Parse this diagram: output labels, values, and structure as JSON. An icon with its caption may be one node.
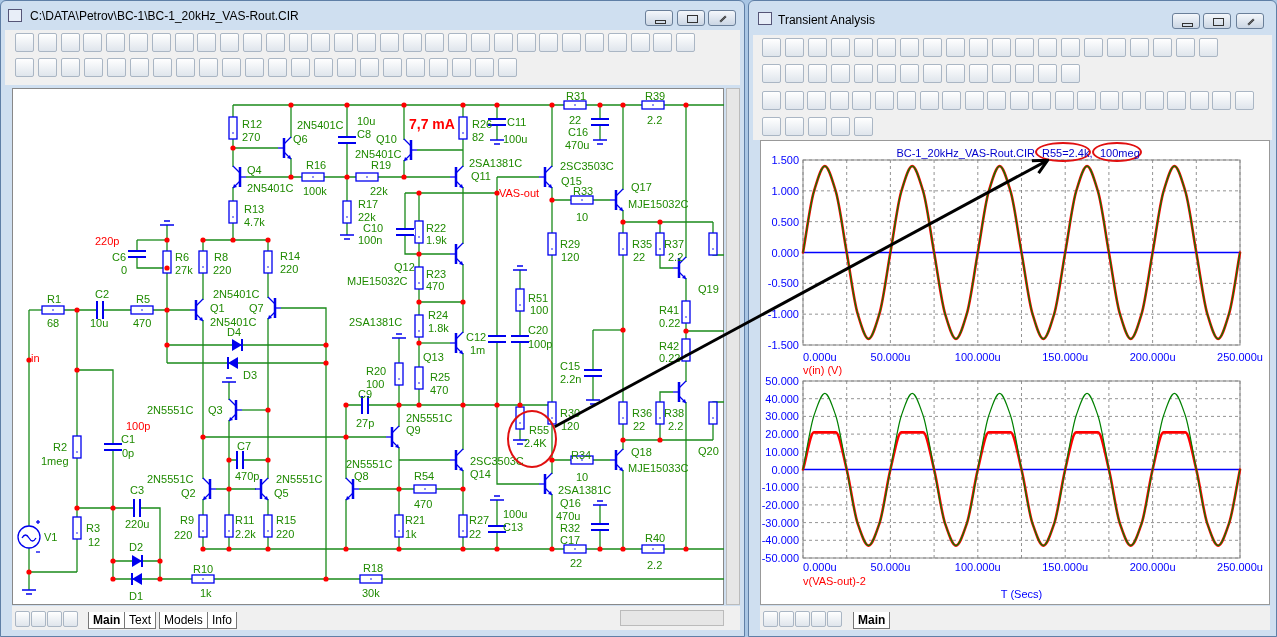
{
  "diagram": {
    "nodes": [
      {
        "text": [
          "R55",
          "2.4K"
        ]
      },
      {
        "text": [
          "R55=2.4k,"
        ]
      },
      {
        "text": [
          "100meg"
        ]
      }
    ],
    "edges": [
      {
        "from": 0,
        "to": 1,
        "arrow": "to"
      }
    ],
    "labels": [
      "C:\\DATA\\Petrov\\BC-1\\BC-1_20kHz_VAS-Rout.CIR",
      "R31",
      "R39",
      "22",
      "2.2",
      "10u",
      "C11",
      "R12",
      "R26",
      "2N5401C",
      "7,7 mA",
      "C16",
      "C8",
      "270",
      "82",
      "Q6",
      "Q10",
      "100u",
      "470u",
      "2N5401C",
      "2SA1381C",
      "R16",
      "R19",
      "2SC3503C",
      "Q4",
      "Q11",
      "Q15",
      "Q17",
      "2N5401C",
      "100k",
      "22k",
      "R33",
      "VAS-out",
      "MJE15032C",
      "R17",
      "R13",
      "22k",
      "10",
      "4.7k",
      "R22",
      "C10",
      "1.9k",
      "100n",
      "220p",
      "R29",
      "R35",
      "R37",
      "R14",
      "C6",
      "R6",
      "R8",
      "120",
      "22",
      "2.2",
      "Q12",
      "220",
      "0",
      "27k",
      "220",
      "R23",
      "MJE15032C",
      "470",
      "Q19",
      "2N5401C",
      "C2",
      "R51",
      "R1",
      "R5",
      "Q1",
      "Q7",
      "R41",
      "100",
      "R24",
      "10u",
      "2SA1381C",
      "68",
      "470",
      "0.22",
      "2N5401C",
      "1.8k",
      "C20",
      "D4",
      "C12",
      "100p",
      "R42",
      "1m",
      "Q13",
      "0.22",
      "in",
      "C15",
      "R20",
      "D3",
      "R25",
      "2.2n",
      "100",
      "470",
      "C9",
      "2N5551C",
      "Q3",
      "R30",
      "R36",
      "R38",
      "2N5551C",
      "27p",
      "120",
      "22",
      "2.2",
      "100p",
      "Q9",
      "C1",
      "R2",
      "C7",
      "Q20",
      "Q18",
      "0p",
      "R34",
      "1meg",
      "2SC3503C",
      "2N5551C",
      "MJE15033C",
      "470p",
      "Q14",
      "10",
      "R54",
      "2N5551C",
      "2N5551C",
      "Q8",
      "2SA1381C",
      "C3",
      "Q2",
      "Q5",
      "Q16",
      "470",
      "100u",
      "470u",
      "R9",
      "R11",
      "R15",
      "R21",
      "R27",
      "220u",
      "C13",
      "R32",
      "R3",
      "220",
      "2.2k",
      "220",
      "1k",
      "22",
      "V1",
      "R40",
      "C17",
      "12",
      "D2",
      "22",
      "2.2",
      "R18",
      "R10",
      "1k",
      "30k",
      "D1",
      "Main",
      "Text",
      "Models",
      "Info",
      "Transient Analysis",
      "Main"
    ],
    "chart_data": [
      {
        "type": "line",
        "title": "BC-1_20kHz_VAS-Rout.CIR",
        "x": [
          0,
          6.25,
          12.5,
          18.75,
          25,
          31.25,
          37.5,
          43.75,
          50,
          56.25,
          62.5,
          68.75,
          75,
          81.25,
          87.5,
          93.75,
          100,
          106.25,
          112.5,
          118.75,
          125,
          131.25,
          137.5,
          143.75,
          150,
          156.25,
          162.5,
          168.75,
          175,
          181.25,
          187.5,
          193.75,
          200,
          206.25,
          212.5,
          218.75,
          225,
          231.25,
          237.5,
          243.75,
          250
        ],
        "series": [
          {
            "name": "v(in) (V)",
            "color": "#ff0000",
            "values": [
              0,
              0.99,
              1.4,
              0.99,
              0,
              -0.99,
              -1.4,
              -0.99,
              0,
              0.99,
              1.4,
              0.99,
              0,
              -0.99,
              -1.4,
              -0.99,
              0,
              0.99,
              1.4,
              0.99,
              0,
              -0.99,
              -1.4,
              -0.99,
              0,
              0.99,
              1.4,
              0.99,
              0,
              -0.99,
              -1.4,
              -0.99,
              0,
              0.99,
              1.4,
              0.99,
              0,
              -0.99,
              -1.4,
              -0.99,
              0
            ]
          },
          {
            "color": "#008000",
            "values": [
              0,
              0.99,
              1.4,
              0.99,
              0,
              -0.99,
              -1.4,
              -0.99,
              0,
              0.99,
              1.4,
              0.99,
              0,
              -0.99,
              -1.4,
              -0.99,
              0,
              0.99,
              1.4,
              0.99,
              0,
              -0.99,
              -1.4,
              -0.99,
              0,
              0.99,
              1.4,
              0.99,
              0,
              -0.99,
              -1.4,
              -0.99,
              0,
              0.99,
              1.4,
              0.99,
              0,
              -0.99,
              -1.4,
              -0.99,
              0
            ]
          }
        ],
        "grid": true,
        "ref_lines": [
          {
            "axis": "y",
            "value": 0,
            "color": "#0000ff"
          }
        ],
        "xlim": [
          0,
          250
        ],
        "ylim": [
          -1.5,
          1.5
        ],
        "xticks": [
          {
            "value": 0,
            "label": "0.000u"
          },
          {
            "value": 50,
            "label": "50.000u"
          },
          {
            "value": 100,
            "label": "100.000u"
          },
          {
            "value": 150,
            "label": "150.000u"
          },
          {
            "value": 200,
            "label": "200.000u"
          },
          {
            "value": 250,
            "label": "250.000u"
          }
        ],
        "yticks": [
          {
            "value": 1.5,
            "label": "1.500"
          },
          {
            "value": 1,
            "label": "1.000"
          },
          {
            "value": 0.5,
            "label": "0.500"
          },
          {
            "value": 0,
            "label": "0.000"
          },
          {
            "value": -0.5,
            "label": "-0.500"
          },
          {
            "value": -1,
            "label": "-1.000"
          },
          {
            "value": -1.5,
            "label": "-1.500"
          }
        ]
      },
      {
        "type": "line",
        "xlabel": "T (Secs)",
        "x": [
          0,
          6.25,
          12.5,
          18.75,
          25,
          31.25,
          37.5,
          43.75,
          50,
          56.25,
          62.5,
          68.75,
          75,
          81.25,
          87.5,
          93.75,
          100,
          106.25,
          112.5,
          118.75,
          125,
          131.25,
          137.5,
          143.75,
          150,
          156.25,
          162.5,
          168.75,
          175,
          181.25,
          187.5,
          193.75,
          200,
          206.25,
          212.5,
          218.75,
          225,
          231.25,
          237.5,
          243.75,
          250
        ],
        "series": [
          {
            "name": "v(VAS-out)-2",
            "color": "#ff0000",
            "values": [
              0,
              21,
              21,
              21,
              0,
              -30.4,
              -43,
              -30.4,
              0,
              21,
              21,
              21,
              0,
              -30.4,
              -43,
              -30.4,
              0,
              21,
              21,
              21,
              0,
              -30.4,
              -43,
              -30.4,
              0,
              21,
              21,
              21,
              0,
              -30.4,
              -43,
              -30.4,
              0,
              21,
              21,
              21,
              0,
              -30.4,
              -43,
              -30.4,
              0
            ]
          },
          {
            "color": "#008000",
            "values": [
              0,
              30.4,
              43,
              30.4,
              0,
              -30.4,
              -43,
              -30.4,
              0,
              30.4,
              43,
              30.4,
              0,
              -30.4,
              -43,
              -30.4,
              0,
              30.4,
              43,
              30.4,
              0,
              -30.4,
              -43,
              -30.4,
              0,
              30.4,
              43,
              30.4,
              0,
              -30.4,
              -43,
              -30.4,
              0,
              30.4,
              43,
              30.4,
              0,
              -30.4,
              -43,
              -30.4,
              0
            ]
          }
        ],
        "grid": true,
        "ref_lines": [
          {
            "axis": "y",
            "value": 0,
            "color": "#0000ff"
          }
        ],
        "xlim": [
          0,
          250
        ],
        "ylim": [
          -50,
          50
        ],
        "xticks": [
          {
            "value": 0,
            "label": "0.000u"
          },
          {
            "value": 50,
            "label": "50.000u"
          },
          {
            "value": 100,
            "label": "100.000u"
          },
          {
            "value": 150,
            "label": "150.000u"
          },
          {
            "value": 200,
            "label": "200.000u"
          },
          {
            "value": 250,
            "label": "250.000u"
          }
        ],
        "yticks": [
          {
            "value": 50,
            "label": "50.000"
          },
          {
            "value": 40,
            "label": "40.000"
          },
          {
            "value": 30,
            "label": "30.000"
          },
          {
            "value": 20,
            "label": "20.000"
          },
          {
            "value": 10,
            "label": "10.000"
          },
          {
            "value": 0,
            "label": "0.000"
          },
          {
            "value": -10,
            "label": "-10.000"
          },
          {
            "value": -20,
            "label": "-20.000"
          },
          {
            "value": -30,
            "label": "-30.000"
          },
          {
            "value": -40,
            "label": "-40.000"
          },
          {
            "value": -50,
            "label": "-50.000"
          }
        ]
      }
    ]
  }
}
